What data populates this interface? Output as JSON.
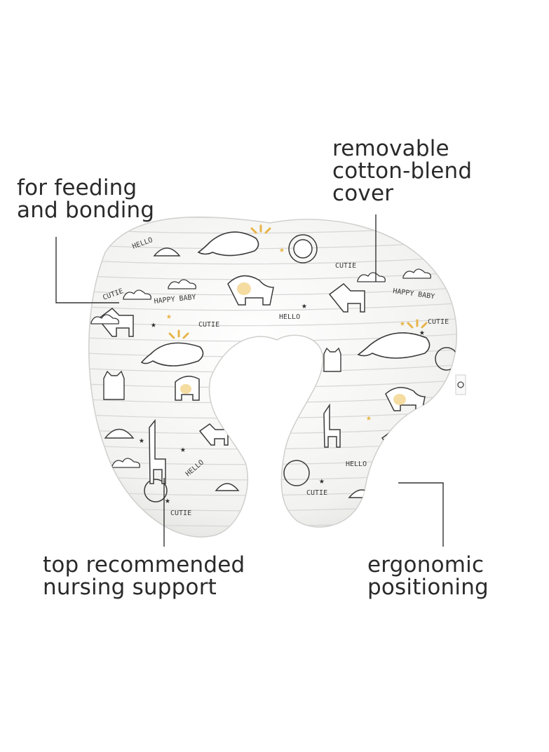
{
  "callouts": {
    "feeding": "for feeding\nand bonding",
    "cover": "removable\ncotton-blend\ncover",
    "support": "top recommended\nnursing support",
    "ergonomic": "ergonomic\npositioning"
  },
  "print_words": {
    "happy_baby": "HAPPY BABY",
    "cutie": "CUTIE",
    "hello": "HELLO"
  },
  "colors": {
    "fabric": "#f5f5f3",
    "stripe": "#d6d6d6",
    "ink": "#3a3a3a",
    "accent": "#e7b54a",
    "text": "#2a2a2a"
  }
}
